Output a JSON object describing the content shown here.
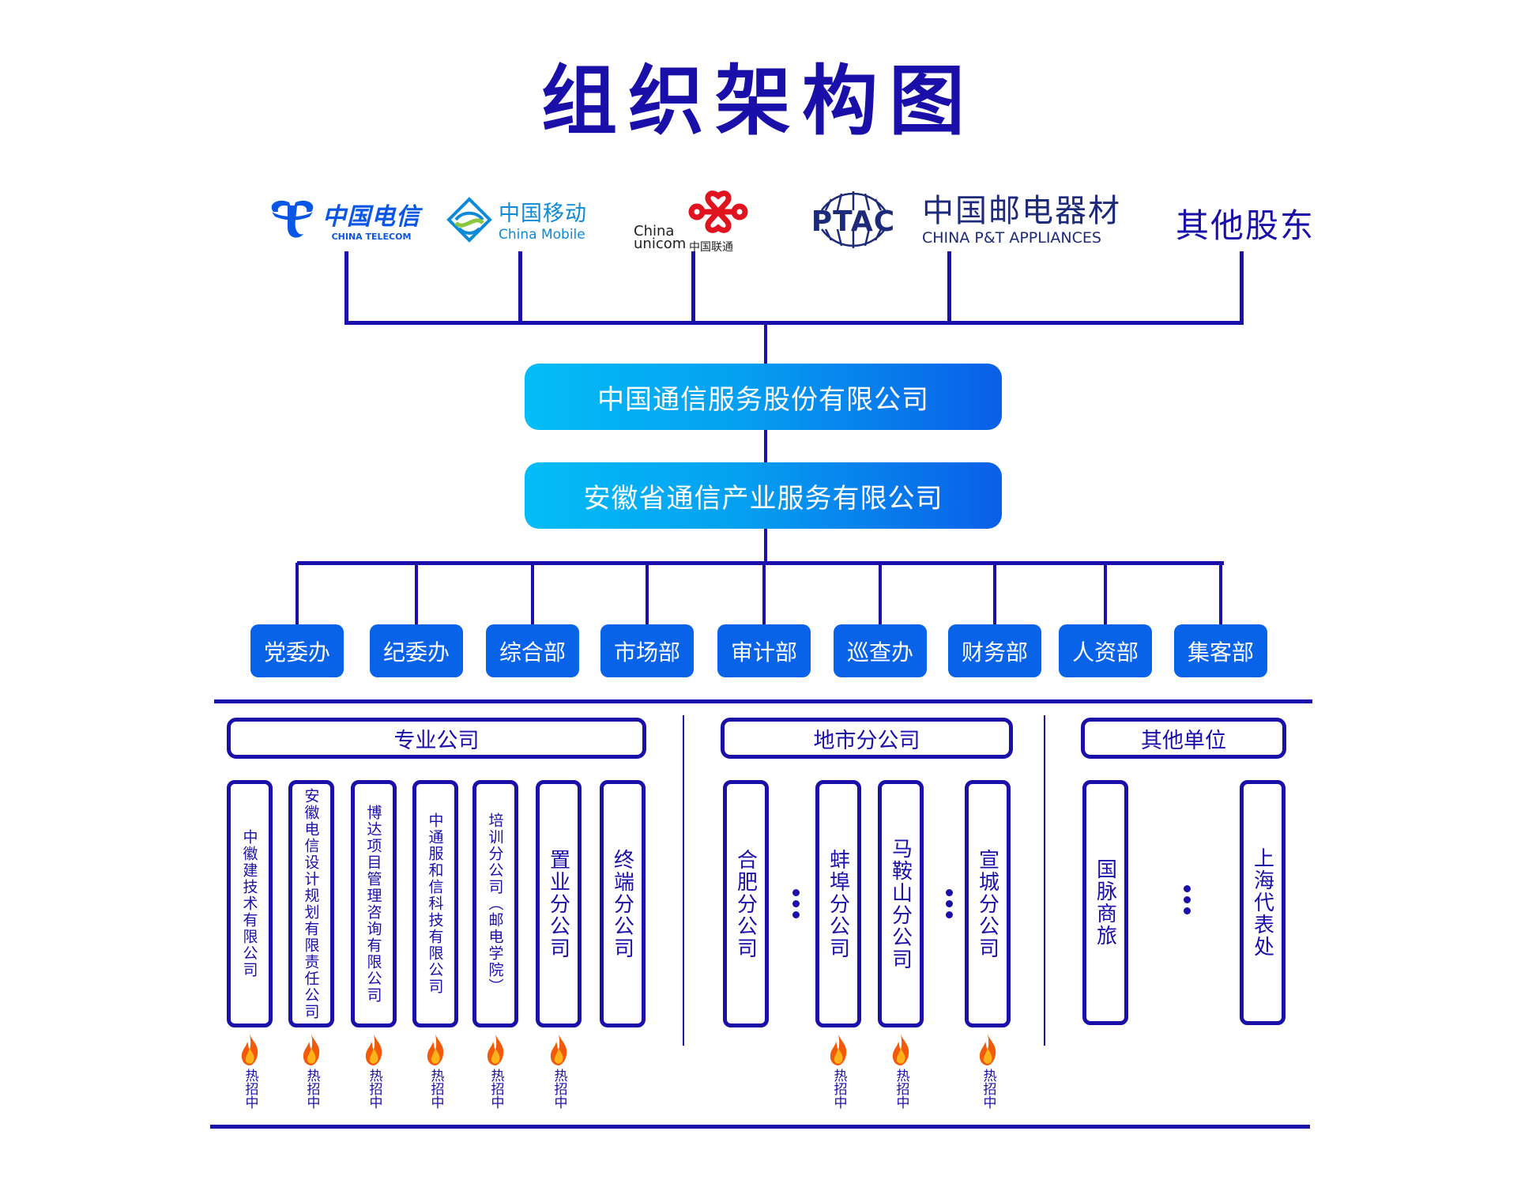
{
  "title": "组织架构图",
  "shareholders": [
    {
      "name": "中国电信",
      "sub": "CHINA TELECOM",
      "color": "#0a57e6",
      "icon": "china-telecom-logo"
    },
    {
      "name": "中国移动",
      "sub": "China Mobile",
      "color": "#0c8ad8",
      "icon": "china-mobile-logo"
    },
    {
      "name": "中国联通",
      "sub_line1": "China",
      "sub_line2": "unicom",
      "color": "#e0141e",
      "icon": "china-unicom-logo"
    },
    {
      "name": "中国邮电器材",
      "sub": "CHINA P&T APPLIANCES",
      "badge": "PTAC",
      "color": "#1d2a7a",
      "icon": "ptac-globe-logo"
    },
    {
      "name": "其他股东",
      "color": "#1a0fa8"
    }
  ],
  "parent_company": "中国通信服务股份有限公司",
  "main_company": "安徽省通信产业服务有限公司",
  "departments": [
    "党委办",
    "纪委办",
    "综合部",
    "市场部",
    "审计部",
    "巡查办",
    "财务部",
    "人资部",
    "集客部"
  ],
  "groups": [
    {
      "header": "专业公司",
      "units": [
        {
          "name": "中徽建技术有限公司",
          "hiring": true
        },
        {
          "name": "安徽电信设计规划有限责任公司",
          "hiring": true
        },
        {
          "name": "博达项目管理咨询有限公司",
          "hiring": true
        },
        {
          "name": "中通服和信科技有限公司",
          "hiring": true
        },
        {
          "name": "培训分公司（邮电学院）",
          "hiring": true
        },
        {
          "name": "置业分公司",
          "hiring": true
        },
        {
          "name": "终端分公司",
          "hiring": false
        }
      ]
    },
    {
      "header": "地市分公司",
      "units": [
        {
          "name": "合肥分公司",
          "hiring": false
        },
        {
          "name": "蚌埠分公司",
          "hiring": true
        },
        {
          "name": "马鞍山分公司",
          "hiring": true
        },
        {
          "name": "宣城分公司",
          "hiring": true
        }
      ]
    },
    {
      "header": "其他单位",
      "units": [
        {
          "name": "国脉商旅",
          "hiring": false
        },
        {
          "name": "上海代表处",
          "hiring": false
        }
      ]
    }
  ],
  "hiring_label": "热招中",
  "ellipsis_icon": "vertical-ellipsis-icon",
  "hiring_icon": "flame-icon",
  "colors": {
    "primary": "#1a0fa8",
    "dept": "#0863e8",
    "gradient_start": "#04bdf7",
    "gradient_end": "#0a5fe8",
    "flame": "#f46a0c"
  }
}
